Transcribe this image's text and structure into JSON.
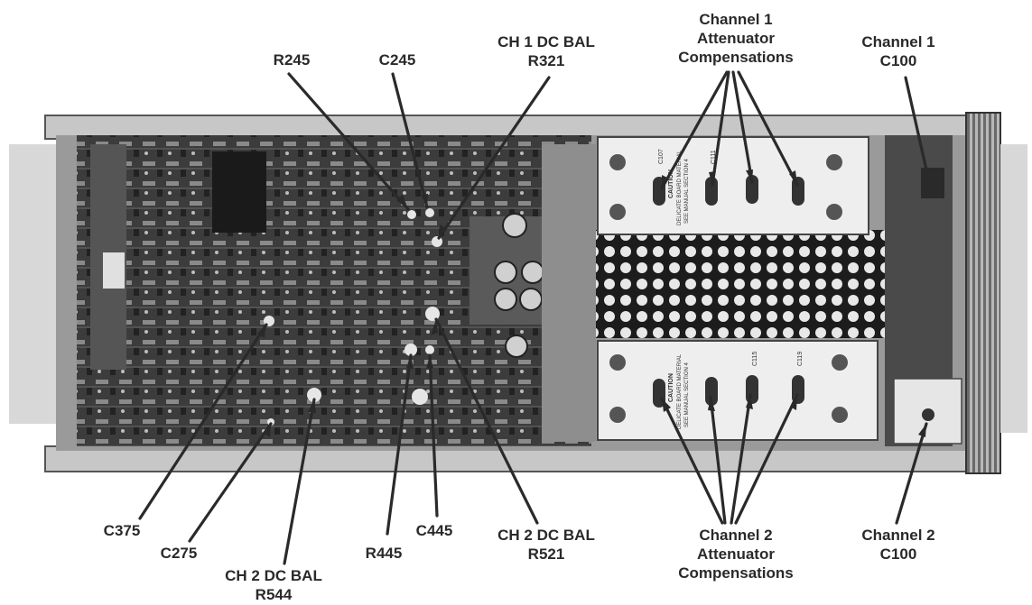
{
  "labels": {
    "r245": [
      "R245"
    ],
    "c245": [
      "C245"
    ],
    "ch1_dc_bal": [
      "CH 1 DC BAL",
      "R321"
    ],
    "ch1_atten_comp": [
      "Channel 1",
      "Attenuator",
      "Compensations"
    ],
    "ch1_c100": [
      "Channel 1",
      "C100"
    ],
    "c375": [
      "C375"
    ],
    "c275": [
      "C275"
    ],
    "ch2_dc_bal_r544": [
      "CH 2 DC BAL",
      "R544"
    ],
    "r445": [
      "R445"
    ],
    "c445": [
      "C445"
    ],
    "ch2_dc_bal_r521": [
      "CH 2 DC BAL",
      "R521"
    ],
    "ch2_atten_comp": [
      "Channel 2",
      "Attenuator",
      "Compensations"
    ],
    "ch2_c100": [
      "Channel 2",
      "C100"
    ]
  },
  "board_markings": {
    "caution_text": "CAUTION",
    "board_material_text": "DELICATE BOARD MATERIAL",
    "manual_text": "SEE MANUAL SECTION 4",
    "cap_codes": [
      "C107",
      "C111",
      "C115",
      "C119"
    ]
  },
  "colors": {
    "ink": "#2a2a2a",
    "chassis": "#cfcfcf",
    "pcb_dark": "#3a3a3a",
    "board_light": "#eeeeee"
  }
}
